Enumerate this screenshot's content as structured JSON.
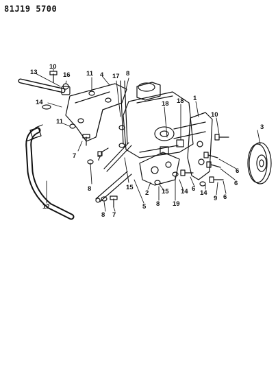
{
  "header": {
    "code": "81J19 5700"
  },
  "callouts": [
    "13",
    "10",
    "16",
    "11",
    "4",
    "17",
    "8",
    "18",
    "18",
    "1",
    "14",
    "11",
    "10",
    "3",
    "7",
    "7",
    "8",
    "15",
    "2",
    "6",
    "6",
    "14",
    "9",
    "6",
    "12",
    "8",
    "7",
    "5",
    "15",
    "8",
    "19",
    "14",
    "6"
  ],
  "colors": {
    "ink": "#111111",
    "paper": "#ffffff"
  }
}
